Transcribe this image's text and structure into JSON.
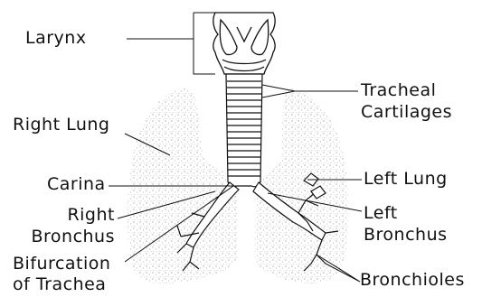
{
  "labels": {
    "larynx": "Larynx",
    "tracheal_cartilages_line1": "Tracheal",
    "tracheal_cartilages_line2": "Cartilages",
    "right_lung": "Right Lung",
    "left_lung": "Left Lung",
    "carina": "Carina",
    "right_bronchus_line1": "Right",
    "right_bronchus_line2": "Bronchus",
    "left_bronchus_line1": "Left",
    "left_bronchus_line2": "Bronchus",
    "bifurcation_line1": "Bifurcation",
    "bifurcation_line2": "of Trachea",
    "bronchioles": "Bronchioles"
  },
  "colors": {
    "ink": "#111111",
    "stipple": "#9a9a9a",
    "background": "#ffffff"
  }
}
